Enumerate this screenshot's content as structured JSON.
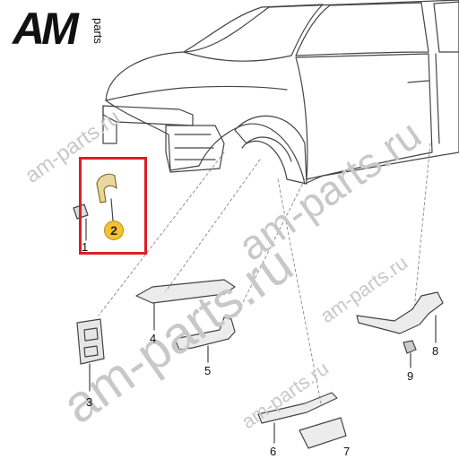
{
  "brand": {
    "logo_main": "AM",
    "logo_sub": "parts"
  },
  "watermarks": [
    {
      "text": "am-parts.ru"
    },
    {
      "text": "am-parts.ru"
    },
    {
      "text": "am-parts.ru"
    },
    {
      "text": "am-parts.ru"
    },
    {
      "text": "am-parts.ru"
    }
  ],
  "callouts": {
    "c1": "1",
    "c2": "2",
    "c3": "3",
    "c4": "4",
    "c5": "5",
    "c6": "6",
    "c7": "7",
    "c8": "8",
    "c9": "9"
  },
  "colors": {
    "highlight_box": "#d81f26",
    "badge": "#f2c230",
    "line": "#444444",
    "watermark": "#c8c8c8"
  }
}
